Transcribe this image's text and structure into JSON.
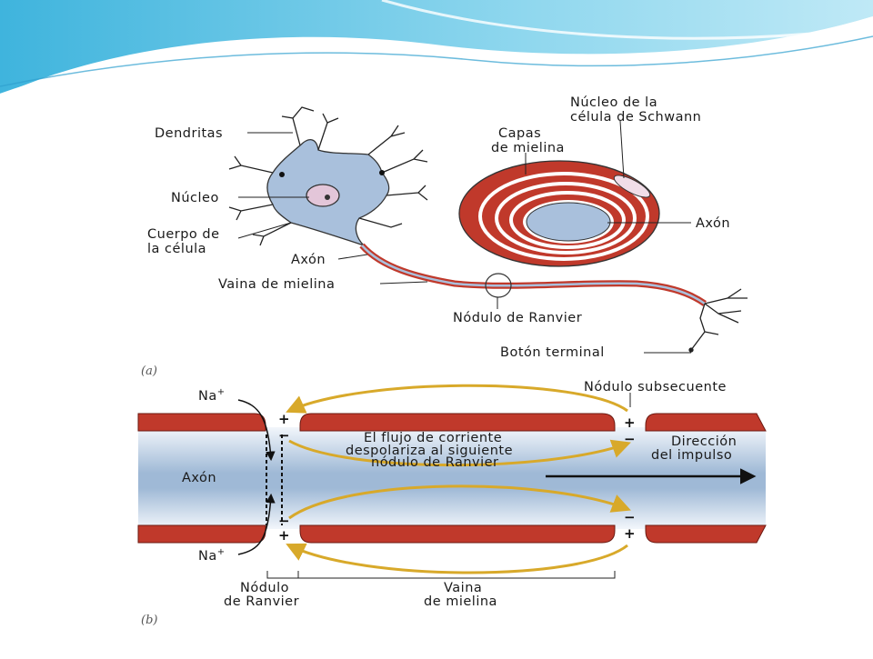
{
  "colors": {
    "myelin": "#c0392b",
    "axon_fill": "#b7cbe0",
    "axon_light": "#eaf1f8",
    "current_arrow": "#e8c24a",
    "header_blue": "#5fc3e0"
  },
  "panel_a": {
    "caption": "(a)",
    "labels": {
      "dendritas": "Dendritas",
      "nucleo": "Núcleo",
      "cuerpo_1": "Cuerpo de",
      "cuerpo_2": "la célula",
      "axon": "Axón",
      "vaina": "Vaina de mielina",
      "nodulo": "Nódulo de Ranvier",
      "boton": "Botón terminal",
      "capas_1": "Capas",
      "capas_2": "de mielina",
      "schwann_1": "Núcleo de la",
      "schwann_2": "célula de Schwann",
      "axon_cross": "Axón"
    }
  },
  "panel_b": {
    "caption": "(b)",
    "labels": {
      "na_top": "Na",
      "na_bottom": "Na",
      "na_sup": "+",
      "axon": "Axón",
      "nodulo_sub": "Nódulo subsecuente",
      "flujo_1": "El flujo de corriente",
      "flujo_2": "despolariza al siguiente",
      "flujo_3": "nódulo de Ranvier",
      "direccion_1": "Dirección",
      "direccion_2": "del impulso",
      "nodulo_1": "Nódulo",
      "nodulo_2": "de Ranvier",
      "vaina_1": "Vaina",
      "vaina_2": "de mielina"
    },
    "signs": {
      "plus": "+",
      "minus": "−"
    }
  }
}
